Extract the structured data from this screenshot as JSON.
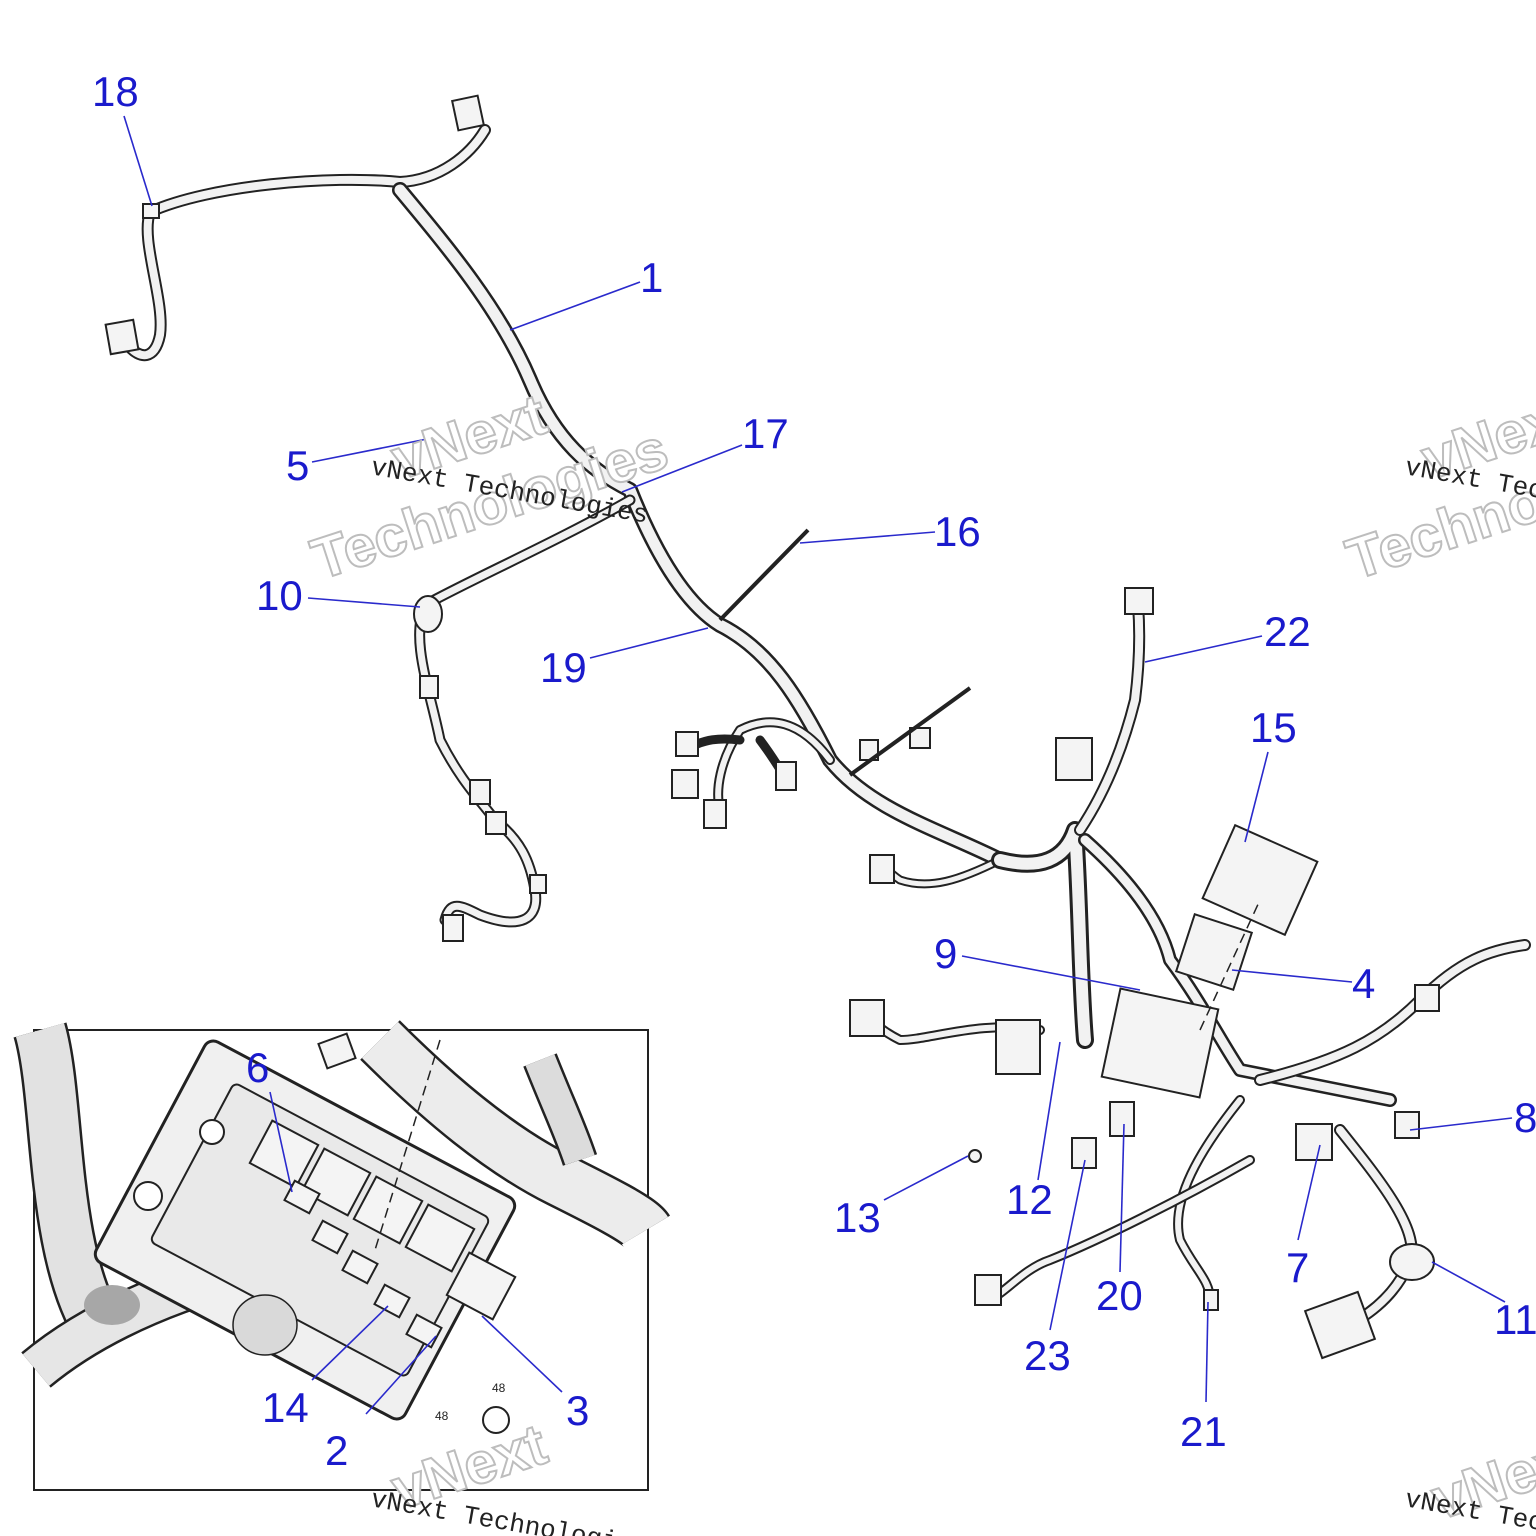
{
  "callouts": [
    {
      "label": "1"
    },
    {
      "label": "2"
    },
    {
      "label": "3"
    },
    {
      "label": "4"
    },
    {
      "label": "5"
    },
    {
      "label": "6"
    },
    {
      "label": "7"
    },
    {
      "label": "8"
    },
    {
      "label": "9"
    },
    {
      "label": "10"
    },
    {
      "label": "11"
    },
    {
      "label": "12"
    },
    {
      "label": "13"
    },
    {
      "label": "14"
    },
    {
      "label": "15"
    },
    {
      "label": "16"
    },
    {
      "label": "17"
    },
    {
      "label": "18"
    },
    {
      "label": "19"
    },
    {
      "label": "20"
    },
    {
      "label": "21"
    },
    {
      "label": "22"
    },
    {
      "label": "23"
    }
  ],
  "inset": {
    "marks": [
      "48",
      "48"
    ]
  },
  "watermark": {
    "brand": "vNext",
    "tag": "Technologies",
    "full": "vNext Technologies"
  },
  "colors": {
    "callout": "#1a1acc",
    "line": "#222222",
    "fill": "#f4f4f4",
    "watermark": "#bdbdbd"
  }
}
